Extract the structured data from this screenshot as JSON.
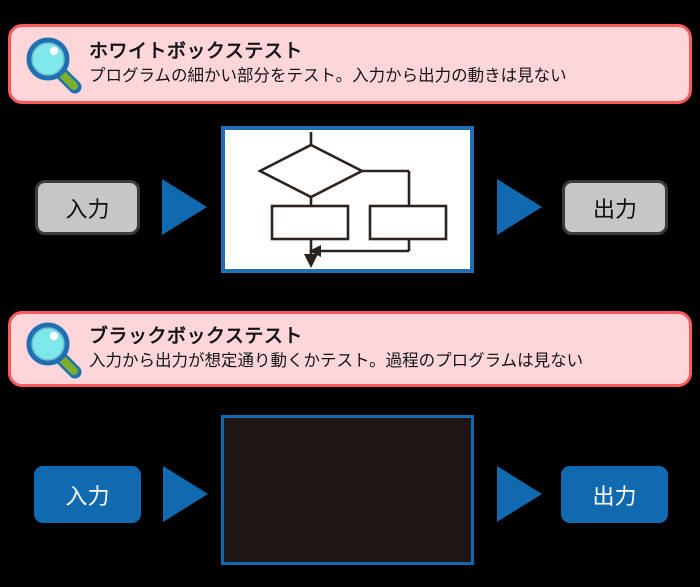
{
  "colors": {
    "background": "#000000",
    "banner_fill": "#fdd6d9",
    "banner_border": "#fb5a5c",
    "accent_blue": "#1169b0",
    "flow_border_blue": "#1f6fb2",
    "pill_grey": "#c6c6c6",
    "pill_grey_border": "#3e3a38",
    "black_box_fill": "#1e1614",
    "lens_cyan": "#7fe8ea",
    "lens_ring": "#1f6fb2",
    "handle_green": "#7db02a",
    "text_dark": "#141414",
    "text_light": "#ffffff",
    "flow_line": "#2b2320"
  },
  "sections": [
    {
      "id": "white-box-test",
      "banner": {
        "icon": "magnifier-icon",
        "title": "ホワイトボックステスト",
        "subtitle": "プログラムの細かい部分をテスト。入力から出力の動きは見ない"
      },
      "flow": {
        "input_label": "入力",
        "output_label": "出力",
        "arrow_in": "right-triangle-icon",
        "arrow_out": "right-triangle-icon",
        "box_type": "flowchart-visible",
        "box_contents": "decision diamond with two process rectangles and merge arrow"
      }
    },
    {
      "id": "black-box-test",
      "banner": {
        "icon": "magnifier-icon",
        "title": "ブラックボックステスト",
        "subtitle": "入力から出力が想定通り動くかテスト。過程のプログラムは見ない"
      },
      "flow": {
        "input_label": "入力",
        "output_label": "出力",
        "arrow_in": "right-triangle-icon",
        "arrow_out": "right-triangle-icon",
        "box_type": "opaque-black",
        "box_contents": ""
      }
    }
  ]
}
